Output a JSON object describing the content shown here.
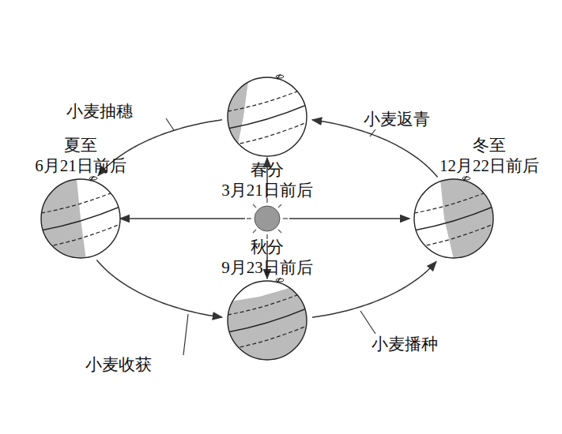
{
  "diagram": {
    "nodes": [
      {
        "text": [
          "春分",
          "3月21日前后"
        ]
      },
      {
        "text": [
          "夏至",
          "6月21日前后"
        ]
      },
      {
        "text": [
          "冬至",
          "12月22日前后"
        ]
      },
      {
        "text": [
          "秋分",
          "9月23日前后"
        ]
      }
    ],
    "edges": [
      {
        "from": 0,
        "to": 1,
        "arrow": "to",
        "label": "小麦抽穗"
      },
      {
        "from": 1,
        "to": 3,
        "arrow": "to",
        "label": "小麦收获"
      },
      {
        "from": 3,
        "to": 2,
        "arrow": "to",
        "label": "小麦播种"
      },
      {
        "from": 2,
        "to": 0,
        "arrow": "to",
        "label": "小麦返青"
      }
    ]
  }
}
